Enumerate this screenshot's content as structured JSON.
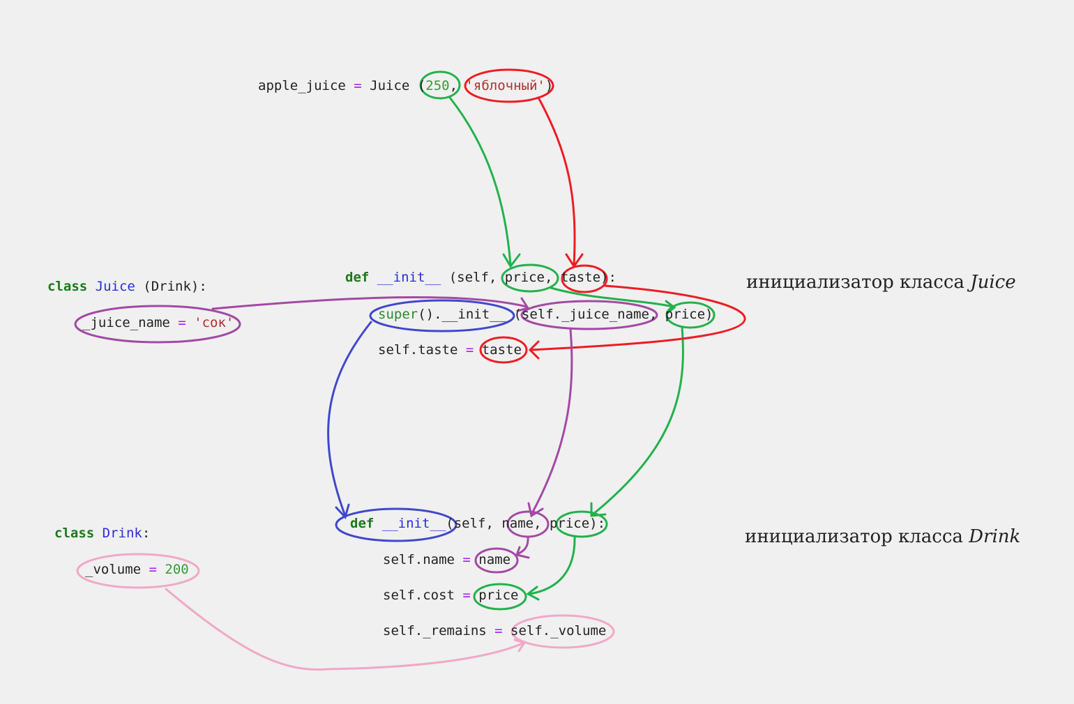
{
  "call": {
    "var": "apple_juice",
    "eq": " = ",
    "cls": "Juice ",
    "open": "(",
    "num": "250",
    "comma": ", ",
    "str": "'яблочный'",
    "close": ")"
  },
  "juice_class": {
    "kw": "class",
    "name": " Juice",
    "rest": " (Drink):"
  },
  "juice_attr": {
    "name": "_juice_name",
    "eq": " = ",
    "val": "'сок'"
  },
  "juice_init": {
    "kw": "def",
    "name": " __init__",
    "rest": " (self, price, taste):"
  },
  "juice_super": {
    "kw": "super",
    "rest": "().__init__ (self._juice_name, price)"
  },
  "juice_taste": {
    "lhs": "self.taste ",
    "eq": "=",
    "rhs": " taste"
  },
  "drink_class": {
    "kw": "class",
    "name": " Drink",
    "rest": ":"
  },
  "drink_attr": {
    "name": "_volume",
    "eq": " = ",
    "val": "200"
  },
  "drink_init": {
    "kw": "def",
    "name": " __init__",
    "rest": "(self, name, price):"
  },
  "drink_name": {
    "lhs": "self.name ",
    "eq": "=",
    "rhs": " name"
  },
  "drink_cost": {
    "lhs": "self.cost ",
    "eq": "=",
    "rhs": " price"
  },
  "drink_remains": {
    "lhs": "self._remains ",
    "eq": "=",
    "rhs": " self._volume"
  },
  "labels": {
    "juice_prefix": "инициализатор класса ",
    "juice_name": "Juice",
    "drink_prefix": "инициализатор класса ",
    "drink_name": "Drink"
  },
  "colors": {
    "green": "#22b14c",
    "red": "#ed1c24",
    "purple": "#a349a4",
    "blue": "#3f48cc",
    "pink": "#f0a8c8"
  }
}
